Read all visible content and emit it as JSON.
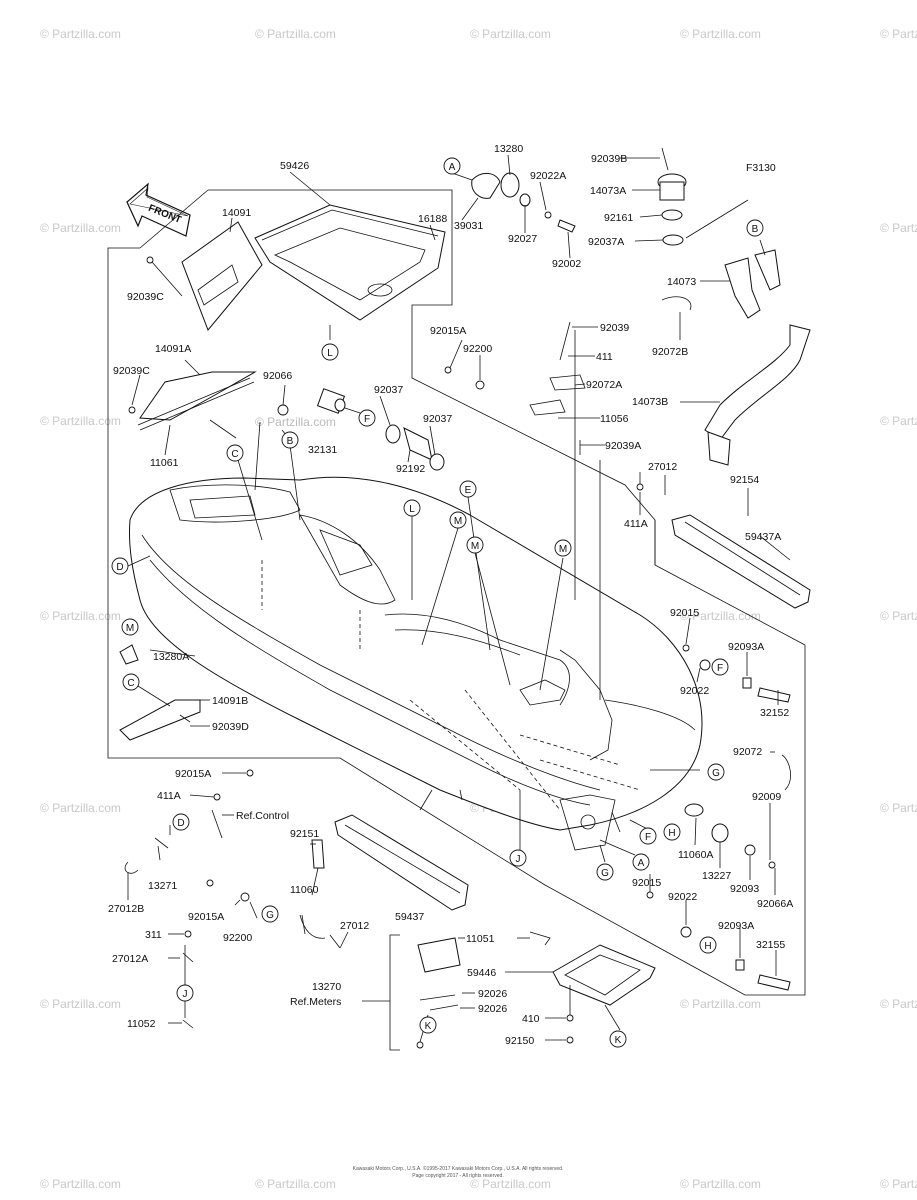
{
  "figure_code": "F3130",
  "front_arrow_label": "FRONT",
  "watermark_text": "© Partzilla.com",
  "center_watermark": "© Partzilla.com",
  "footer_line1": "Kawasaki Motors Corp., U.S.A. ©1995-2017 Kawasaki Motors Corp., U.S.A. All rights reserved.",
  "footer_line2": "Page copyright 2017 - All rights reserved.",
  "part_numbers": {
    "p59426": "59426",
    "p14091": "14091",
    "p16188": "16188",
    "p92039C_a": "92039C",
    "p14091A": "14091A",
    "p92039C_b": "92039C",
    "p11061": "11061",
    "p92066": "92066",
    "p32131": "32131",
    "p92037_a": "92037",
    "p92037_b": "92037",
    "p92192": "92192",
    "p13280": "13280",
    "p92022A": "92022A",
    "p39031": "39031",
    "p92027": "92027",
    "p92002": "92002",
    "p92039B": "92039B",
    "p14073A": "14073A",
    "p92161": "92161",
    "p92037A": "92037A",
    "p14073": "14073",
    "p92072B": "92072B",
    "p14073B": "14073B",
    "p92015A_top": "92015A",
    "p92200_top": "92200",
    "p92039": "92039",
    "p411": "411",
    "p92072A": "92072A",
    "p11056": "11056",
    "p92039A": "92039A",
    "p27012_top": "27012",
    "p411A_right": "411A",
    "p92154": "92154",
    "p59437A": "59437A",
    "p92015_r1": "92015",
    "p92093A_r1": "92093A",
    "p92022_r1": "92022",
    "p32152": "32152",
    "p92072": "92072",
    "p92009": "92009",
    "p11060A": "11060A",
    "p13227": "13227",
    "p92093": "92093",
    "p92066A": "92066A",
    "p92015_r2": "92015",
    "p92022_r2": "92022",
    "p92093A_r2": "92093A",
    "p32155": "32155",
    "p13280A": "13280A",
    "p14091B": "14091B",
    "p92039D": "92039D",
    "p92015A_l1": "92015A",
    "p411A_left": "411A",
    "p13271": "13271",
    "p27012B": "27012B",
    "p92151": "92151",
    "p11060": "11060",
    "p59437": "59437",
    "p92015A_l2": "92015A",
    "p92200_l": "92200",
    "p27012_l": "27012",
    "p13270": "13270",
    "p311": "311",
    "p27012A": "27012A",
    "p11052": "11052",
    "p11051": "11051",
    "p59446": "59446",
    "p92026_a": "92026",
    "p92026_b": "92026",
    "p410": "410",
    "p92150": "92150"
  },
  "refs": {
    "ref_control": "Ref.Control",
    "ref_meters": "Ref.Meters"
  },
  "callouts": {
    "A1": "A",
    "A2": "A",
    "B1": "B",
    "B2": "B",
    "C1": "C",
    "C2": "C",
    "D1": "D",
    "D2": "D",
    "E1": "E",
    "F1": "F",
    "F2": "F",
    "F3": "F",
    "G1": "G",
    "G2": "G",
    "G3": "G",
    "H1": "H",
    "H2": "H",
    "J1": "J",
    "J2": "J",
    "K1": "K",
    "K2": "K",
    "L1": "L",
    "L2": "L",
    "M1": "M",
    "M2": "M",
    "M3": "M",
    "M4": "M"
  }
}
